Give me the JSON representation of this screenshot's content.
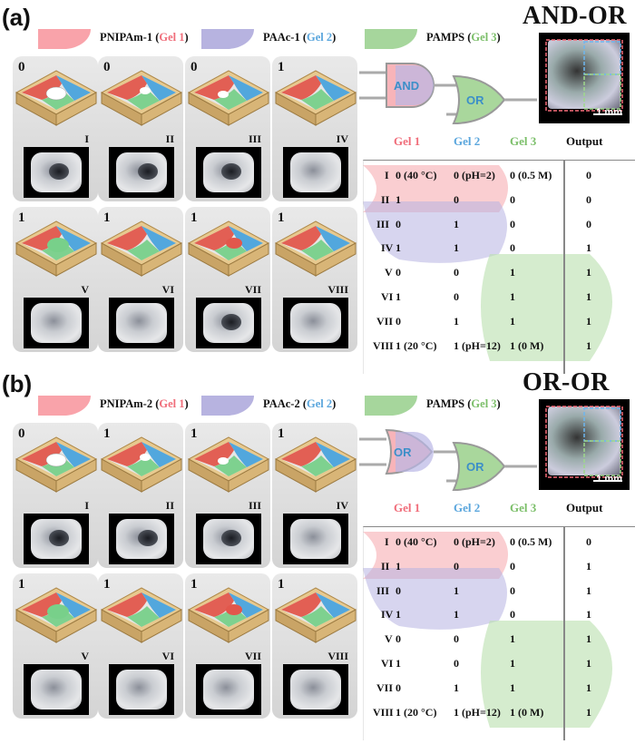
{
  "panels": [
    {
      "label": "(a)",
      "logic": "AND-OR",
      "legend": [
        {
          "name": "PNIPAm-1",
          "gel": "Gel 1",
          "color": "#f9a3aa"
        },
        {
          "name": "PAAc-1",
          "gel": "Gel 2",
          "color": "#b7b3e0"
        },
        {
          "name": "PAMPS",
          "gel": "Gel 3",
          "color": "#a6d69c"
        }
      ],
      "gate1": "AND",
      "gate2": "OR",
      "scale": "1 mm",
      "cells": [
        {
          "out": "0",
          "roman": "I"
        },
        {
          "out": "0",
          "roman": "II"
        },
        {
          "out": "0",
          "roman": "III"
        },
        {
          "out": "1",
          "roman": "IV"
        },
        {
          "out": "1",
          "roman": "V"
        },
        {
          "out": "1",
          "roman": "VI"
        },
        {
          "out": "1",
          "roman": "VII"
        },
        {
          "out": "1",
          "roman": "VIII"
        }
      ],
      "table": {
        "headers": [
          "Gel 1",
          "Gel 2",
          "Gel 3",
          "Output"
        ],
        "rows": [
          {
            "id": "I",
            "g1": "0 (40 °C)",
            "g2": "0 (pH=2)",
            "g3": "0 (0.5 M)",
            "out": "0"
          },
          {
            "id": "II",
            "g1": "1",
            "g2": "0",
            "g3": "0",
            "out": "0"
          },
          {
            "id": "III",
            "g1": "0",
            "g2": "1",
            "g3": "0",
            "out": "0"
          },
          {
            "id": "IV",
            "g1": "1",
            "g2": "1",
            "g3": "0",
            "out": "1"
          },
          {
            "id": "V",
            "g1": "0",
            "g2": "0",
            "g3": "1",
            "out": "1"
          },
          {
            "id": "VI",
            "g1": "1",
            "g2": "0",
            "g3": "1",
            "out": "1"
          },
          {
            "id": "VII",
            "g1": "0",
            "g2": "1",
            "g3": "1",
            "out": "1"
          },
          {
            "id": "VIII",
            "g1": "1 (20 °C)",
            "g2": "1 (pH=12)",
            "g3": "1 (0 M)",
            "out": "1"
          }
        ]
      }
    },
    {
      "label": "(b)",
      "logic": "OR-OR",
      "legend": [
        {
          "name": "PNIPAm-2",
          "gel": "Gel 1",
          "color": "#f9a3aa"
        },
        {
          "name": "PAAc-2",
          "gel": "Gel 2",
          "color": "#b7b3e0"
        },
        {
          "name": "PAMPS",
          "gel": "Gel 3",
          "color": "#a6d69c"
        }
      ],
      "gate1": "OR",
      "gate2": "OR",
      "scale": "1 mm",
      "cells": [
        {
          "out": "0",
          "roman": "I"
        },
        {
          "out": "1",
          "roman": "II"
        },
        {
          "out": "1",
          "roman": "III"
        },
        {
          "out": "1",
          "roman": "IV"
        },
        {
          "out": "1",
          "roman": "V"
        },
        {
          "out": "1",
          "roman": "VI"
        },
        {
          "out": "1",
          "roman": "VII"
        },
        {
          "out": "1",
          "roman": "VIII"
        }
      ],
      "table": {
        "headers": [
          "Gel 1",
          "Gel 2",
          "Gel 3",
          "Output"
        ],
        "rows": [
          {
            "id": "I",
            "g1": "0 (40 °C)",
            "g2": "0 (pH=2)",
            "g3": "0 (0.5 M)",
            "out": "0"
          },
          {
            "id": "II",
            "g1": "1",
            "g2": "0",
            "g3": "0",
            "out": "1"
          },
          {
            "id": "III",
            "g1": "0",
            "g2": "1",
            "g3": "0",
            "out": "1"
          },
          {
            "id": "IV",
            "g1": "1",
            "g2": "1",
            "g3": "0",
            "out": "1"
          },
          {
            "id": "V",
            "g1": "0",
            "g2": "0",
            "g3": "1",
            "out": "1"
          },
          {
            "id": "VI",
            "g1": "1",
            "g2": "0",
            "g3": "1",
            "out": "1"
          },
          {
            "id": "VII",
            "g1": "0",
            "g2": "1",
            "g3": "1",
            "out": "1"
          },
          {
            "id": "VIII",
            "g1": "1 (20 °C)",
            "g2": "1 (pH=12)",
            "g3": "1 (0 M)",
            "out": "1"
          }
        ]
      }
    }
  ]
}
